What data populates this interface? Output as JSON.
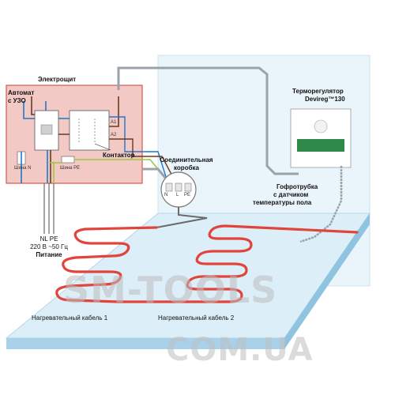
{
  "labels": {
    "panel": "Электрощит",
    "breaker_line1": "Автомат",
    "breaker_line2": "с УЗО",
    "contactor": "Контактор",
    "bus_n": "Шина N",
    "bus_pe": "Шина PE",
    "junction_line1": "Соединительная",
    "junction_line2": "коробка",
    "thermostat_line1": "Терморегулятор",
    "thermostat_line2": "Devireg™130",
    "conduit_line1": "Гофротрубка",
    "conduit_line2": "с датчиком",
    "conduit_line3": "температуры пола",
    "supply_np": "NL  PE",
    "supply_voltage": "220 В ~50 Гц",
    "supply_title": "Питание",
    "cable1": "Нагревательный кабель 1",
    "cable2": "Нагревательный кабель 2",
    "term_n": "N",
    "term_l": "L",
    "term_pe": "PE",
    "a1": "A1",
    "a2": "A2"
  },
  "watermark": {
    "line1": "SM-TOOLS",
    "line2": "COM.UA"
  },
  "colors": {
    "panel_fill": "#f3c9c6",
    "panel_border": "#d9534f",
    "floor_top": "#dceef8",
    "floor_front": "#a9d2ea",
    "floor_side": "#8fc3e0",
    "wall_fill": "#eaf5fb",
    "heating_cable": "#e0443b",
    "wire_blue": "#1f77c9",
    "wire_brown": "#6b3a1e",
    "wire_pe": "#9fc63b",
    "conduit_gray": "#9aa3ab"
  }
}
